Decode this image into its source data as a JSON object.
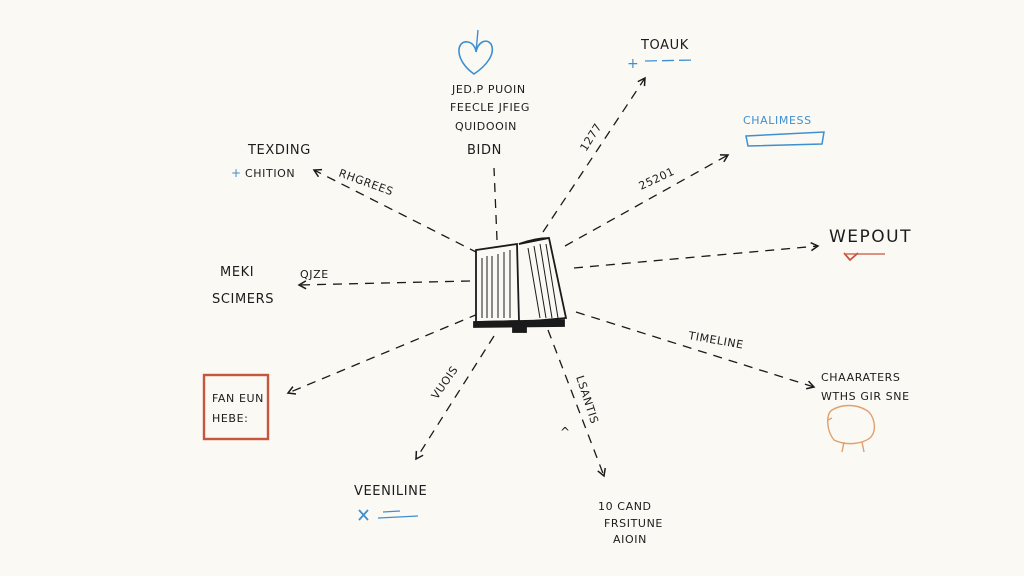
{
  "center": {
    "icon": "open-book-icon"
  },
  "colors": {
    "ink": "#1a1a1a",
    "blue": "#3f8fd0",
    "red": "#c8553d",
    "orange": "#e0a070"
  },
  "nodes": {
    "top": {
      "lines": [
        "JED.P PUOIN",
        "FEECLE JFIEG",
        "QUIDOOIN"
      ],
      "title": "BIDN",
      "icon": "heart-icon"
    },
    "top_right": {
      "title": "TOAUK"
    },
    "top_right_edge": {
      "label": "1277"
    },
    "right_upper": {
      "title": "CHALIMESS",
      "label": "25201"
    },
    "right_mid": {
      "title": "WEPOUT"
    },
    "right_lower": {
      "label": "TIMELINE",
      "lines": [
        "CHAARATERS",
        "WTHS GIR SNE"
      ]
    },
    "bottom": {
      "label": "LSANTIS",
      "lines": [
        "10 CAND",
        "FRSITUNE",
        "AIOIN"
      ]
    },
    "bottom_left": {
      "label": "VUOIS",
      "title": "VEENILINE"
    },
    "left_lower": {
      "lines": [
        "FAN EUN",
        "HEBE:"
      ]
    },
    "left_mid": {
      "lines": [
        "MEKI",
        "SCIMERS"
      ],
      "label": "QJZE"
    },
    "left_upper": {
      "title": "TEXDING",
      "subtitle": "CHITION",
      "label": "RHGREES"
    }
  }
}
